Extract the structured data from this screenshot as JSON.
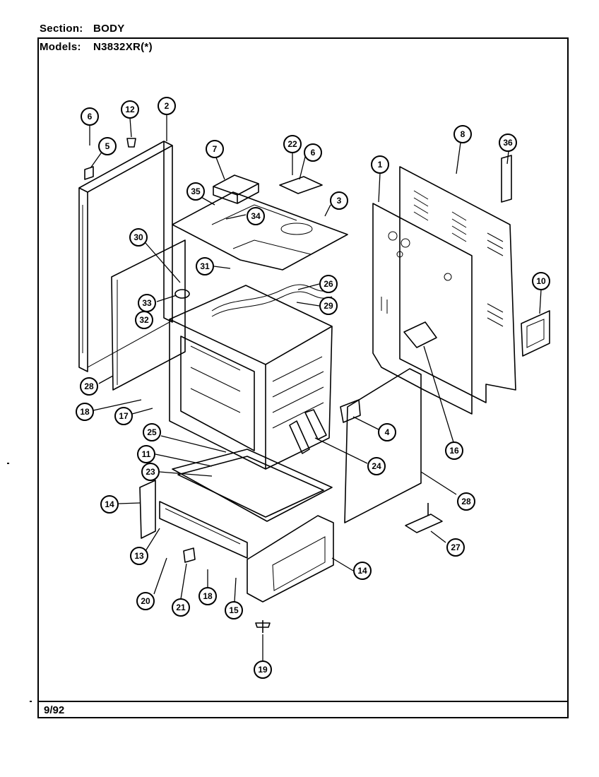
{
  "header": {
    "section_key": "Section:",
    "section_value": "BODY",
    "models_key": "Models:",
    "models_value": "N3832XR(*)"
  },
  "footer": {
    "date": "9/92"
  },
  "callouts": [
    {
      "id": "c1",
      "label": "1"
    },
    {
      "id": "c2",
      "label": "2"
    },
    {
      "id": "c3",
      "label": "3"
    },
    {
      "id": "c4",
      "label": "4"
    },
    {
      "id": "c5",
      "label": "5"
    },
    {
      "id": "c6a",
      "label": "6"
    },
    {
      "id": "c6b",
      "label": "6"
    },
    {
      "id": "c7",
      "label": "7"
    },
    {
      "id": "c8",
      "label": "8"
    },
    {
      "id": "c10",
      "label": "10"
    },
    {
      "id": "c11",
      "label": "11"
    },
    {
      "id": "c12",
      "label": "12"
    },
    {
      "id": "c13",
      "label": "13"
    },
    {
      "id": "c14a",
      "label": "14"
    },
    {
      "id": "c14b",
      "label": "14"
    },
    {
      "id": "c15",
      "label": "15"
    },
    {
      "id": "c16",
      "label": "16"
    },
    {
      "id": "c17",
      "label": "17"
    },
    {
      "id": "c18a",
      "label": "18"
    },
    {
      "id": "c18b",
      "label": "18"
    },
    {
      "id": "c19",
      "label": "19"
    },
    {
      "id": "c20",
      "label": "20"
    },
    {
      "id": "c21",
      "label": "21"
    },
    {
      "id": "c22",
      "label": "22"
    },
    {
      "id": "c23",
      "label": "23"
    },
    {
      "id": "c24",
      "label": "24"
    },
    {
      "id": "c25",
      "label": "25"
    },
    {
      "id": "c26",
      "label": "26"
    },
    {
      "id": "c27",
      "label": "27"
    },
    {
      "id": "c28a",
      "label": "28"
    },
    {
      "id": "c28b",
      "label": "28"
    },
    {
      "id": "c29",
      "label": "29"
    },
    {
      "id": "c30",
      "label": "30"
    },
    {
      "id": "c31",
      "label": "31"
    },
    {
      "id": "c32",
      "label": "32"
    },
    {
      "id": "c33",
      "label": "33"
    },
    {
      "id": "c34",
      "label": "34"
    },
    {
      "id": "c35",
      "label": "35"
    },
    {
      "id": "c36",
      "label": "36"
    }
  ]
}
